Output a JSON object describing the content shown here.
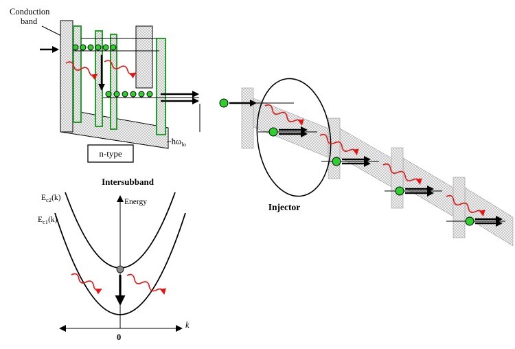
{
  "page": {
    "background": "#ffffff"
  },
  "colors": {
    "barrier_green": "#22a02a",
    "electron_green": "#2ed02e",
    "photon_red": "#e81212",
    "pattern_gray": "#c6c6c6",
    "pattern_light": "#f3f3f3",
    "ink": "#000000"
  },
  "band_panel": {
    "conduction_line1": "Conduction",
    "conduction_line2": "band",
    "n_type": "n-type",
    "phonon_prefix": "~ħω",
    "phonon_sub": "lo"
  },
  "dispersion_panel": {
    "title": "Intersubband",
    "ec2_base": "E",
    "ec2_sub": "c2",
    "ec2_rest": "(k)",
    "ec1_base": "E",
    "ec1_sub": "c1",
    "ec1_rest": "(k)",
    "energy_label": "Energy",
    "k_label": "k",
    "origin_label": "0"
  },
  "cascade_panel": {
    "injector_label": "Injector"
  }
}
